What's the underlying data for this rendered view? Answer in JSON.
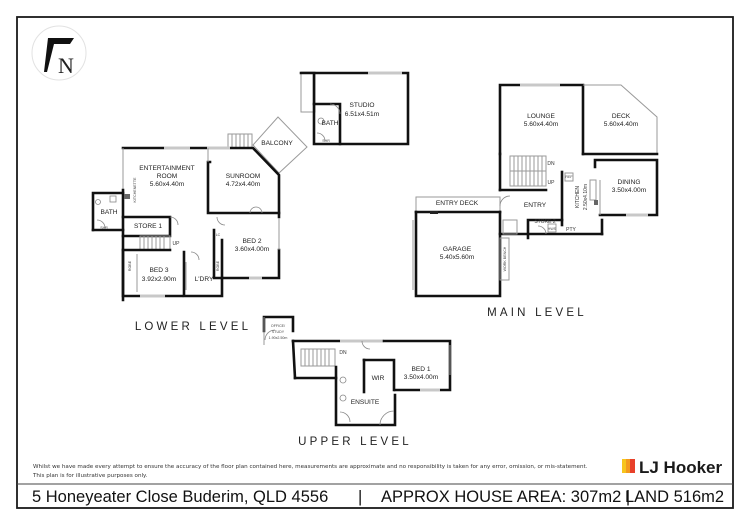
{
  "compass": {
    "label": "N",
    "icon": "north-arrow-icon"
  },
  "levels": {
    "lower": {
      "title": "LOWER LEVEL",
      "rooms": [
        {
          "name": "ENTERTAINMENT",
          "name2": "ROOM",
          "size": "5.60x4.40m"
        },
        {
          "name": "SUNROOM",
          "size": "4.72x4.40m"
        },
        {
          "name": "BALCONY"
        },
        {
          "name": "BED 2",
          "size": "3.60x4.00m"
        },
        {
          "name": "BED 3",
          "size": "3.92x2.90m"
        },
        {
          "name": "BATH"
        },
        {
          "name": "STORE 1"
        },
        {
          "name": "L'DRY"
        },
        {
          "name": "KITCHENETTE"
        },
        {
          "name": "ROBE"
        },
        {
          "name": "ROBE"
        },
        {
          "name": "LC"
        },
        {
          "name": "UP"
        },
        {
          "name": "SHR"
        }
      ]
    },
    "studio": {
      "rooms": [
        {
          "name": "STUDIO",
          "size": "6.51x4.51m"
        },
        {
          "name": "BATH"
        },
        {
          "name": "SHR"
        }
      ]
    },
    "main": {
      "title": "MAIN LEVEL",
      "rooms": [
        {
          "name": "LOUNGE",
          "size": "5.60x4.40m"
        },
        {
          "name": "DECK",
          "size": "5.60x4.40m"
        },
        {
          "name": "DINING",
          "size": "3.50x4.00m"
        },
        {
          "name": "KITCHEN",
          "size": "2.50x4.10m"
        },
        {
          "name": "ENTRY"
        },
        {
          "name": "ENTRY DECK"
        },
        {
          "name": "STORE 2"
        },
        {
          "name": "PTY"
        },
        {
          "name": "GARAGE",
          "size": "5.40x5.60m"
        },
        {
          "name": "WORK BENCH"
        },
        {
          "name": "DN"
        },
        {
          "name": "UP"
        },
        {
          "name": "REF"
        },
        {
          "name": "HWS"
        }
      ]
    },
    "upper": {
      "title": "UPPER LEVEL",
      "rooms": [
        {
          "name": "OFFICE/",
          "name2": "STUDY",
          "size": "1.90x2.50m"
        },
        {
          "name": "BED 1",
          "size": "3.50x4.00m"
        },
        {
          "name": "WIR"
        },
        {
          "name": "ENSUITE"
        },
        {
          "name": "DN"
        }
      ]
    }
  },
  "footer": {
    "disclaimer_line1": "Whilst we have made every attempt to ensure the accuracy of the floor plan contained here, measurements are approximate and no responsibility is taken for any error, omission, or mis-statement.",
    "disclaimer_line2": "This plan is for illustrative purposes only.",
    "address": "5 Honeyeater Close Buderim, QLD 4556",
    "separator": "|",
    "house_area": "APPROX HOUSE AREA: 307m2 |",
    "land_area": "LAND 516m2",
    "brand_name": "LJ Hooker",
    "brand_colors": [
      "#f7c51d",
      "#f39a1e",
      "#e8402a"
    ]
  }
}
